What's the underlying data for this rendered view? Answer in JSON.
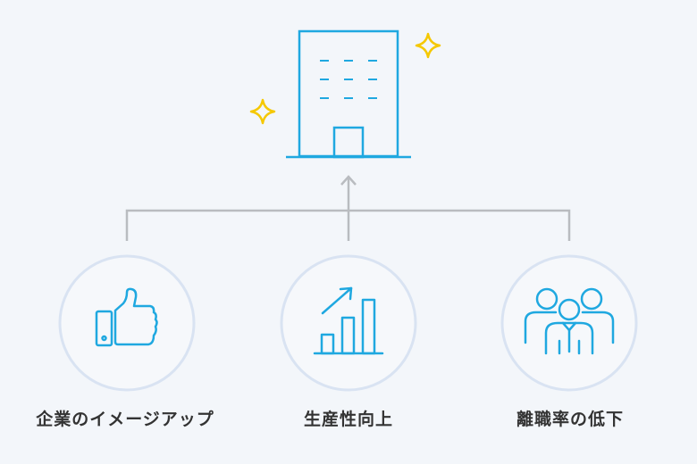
{
  "items": [
    {
      "label": "企業のイメージアップ",
      "icon": "thumbs-up-icon"
    },
    {
      "label": "生産性向上",
      "icon": "growth-chart-icon"
    },
    {
      "label": "離職率の低下",
      "icon": "people-group-icon"
    }
  ],
  "center_icon": "office-building-icon",
  "decorations": [
    "sparkle-icon",
    "sparkle-icon"
  ],
  "colors": {
    "icon": "#1fa8e0",
    "sparkle": "#f5c800",
    "connector": "#b9bcc0",
    "circle_fill": "#f6f8fb",
    "circle_stroke": "#d9e3f2",
    "text": "#333333",
    "background": "#f3f6fa"
  }
}
